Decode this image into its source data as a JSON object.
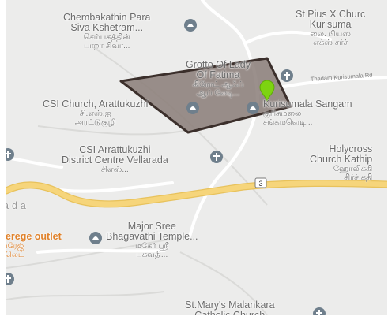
{
  "map": {
    "places": [
      {
        "name": "Chembakathin Para\nSiva Kshetram...",
        "sub": "செம்பகத்தின்\nபாறா சிவா..."
      },
      {
        "name": "St Pius X Churc\nKurisuma",
        "sub": "லை. பியஸ\nஎக்ஸ் சர்ச்"
      },
      {
        "name": "Grotto Of Lady\nOf Fatima",
        "sub": "கிரோட் ஆஃப்\nஆப் லேடி..."
      },
      {
        "name": "CSI Church, Arattukuzhi",
        "sub": "சி.எஸ்.ஐ\nஅரட்டுகுழி"
      },
      {
        "name": "Kurisumala Sangam",
        "sub": "குரிசுமலை\nசங்கமவெடி..."
      },
      {
        "name": "CSI Arrattukuzhi\nDistrict Centre Vellarada",
        "sub": "சிஎஸ்..."
      },
      {
        "name": "Holycross\nChurch Kathip",
        "sub": "ஹோலிக்கி\nசிர்ச் கதி"
      },
      {
        "name": "ada",
        "sub": ""
      },
      {
        "name": "Major Sree\nBhagavathi Temple...",
        "sub": "மகேர் ஸ்ரீ\nபகவதி..."
      },
      {
        "name": "verege outlet",
        "sub": "வரேஜ்\nறலெட்"
      },
      {
        "name": "St.Mary's Malankara\nCatholic Church",
        "sub": ""
      }
    ],
    "road_label": "Thadam Kurisumala Rd",
    "road_shield": "3",
    "colors": {
      "background": "#ececeb",
      "major_road": "#f6d57b",
      "minor_road": "#ffffff",
      "polygon_fill": "#8a7c78",
      "polygon_stroke": "#3b2f2b",
      "marker": "#7dd311",
      "poi_icon": "#6f7f8c"
    }
  }
}
